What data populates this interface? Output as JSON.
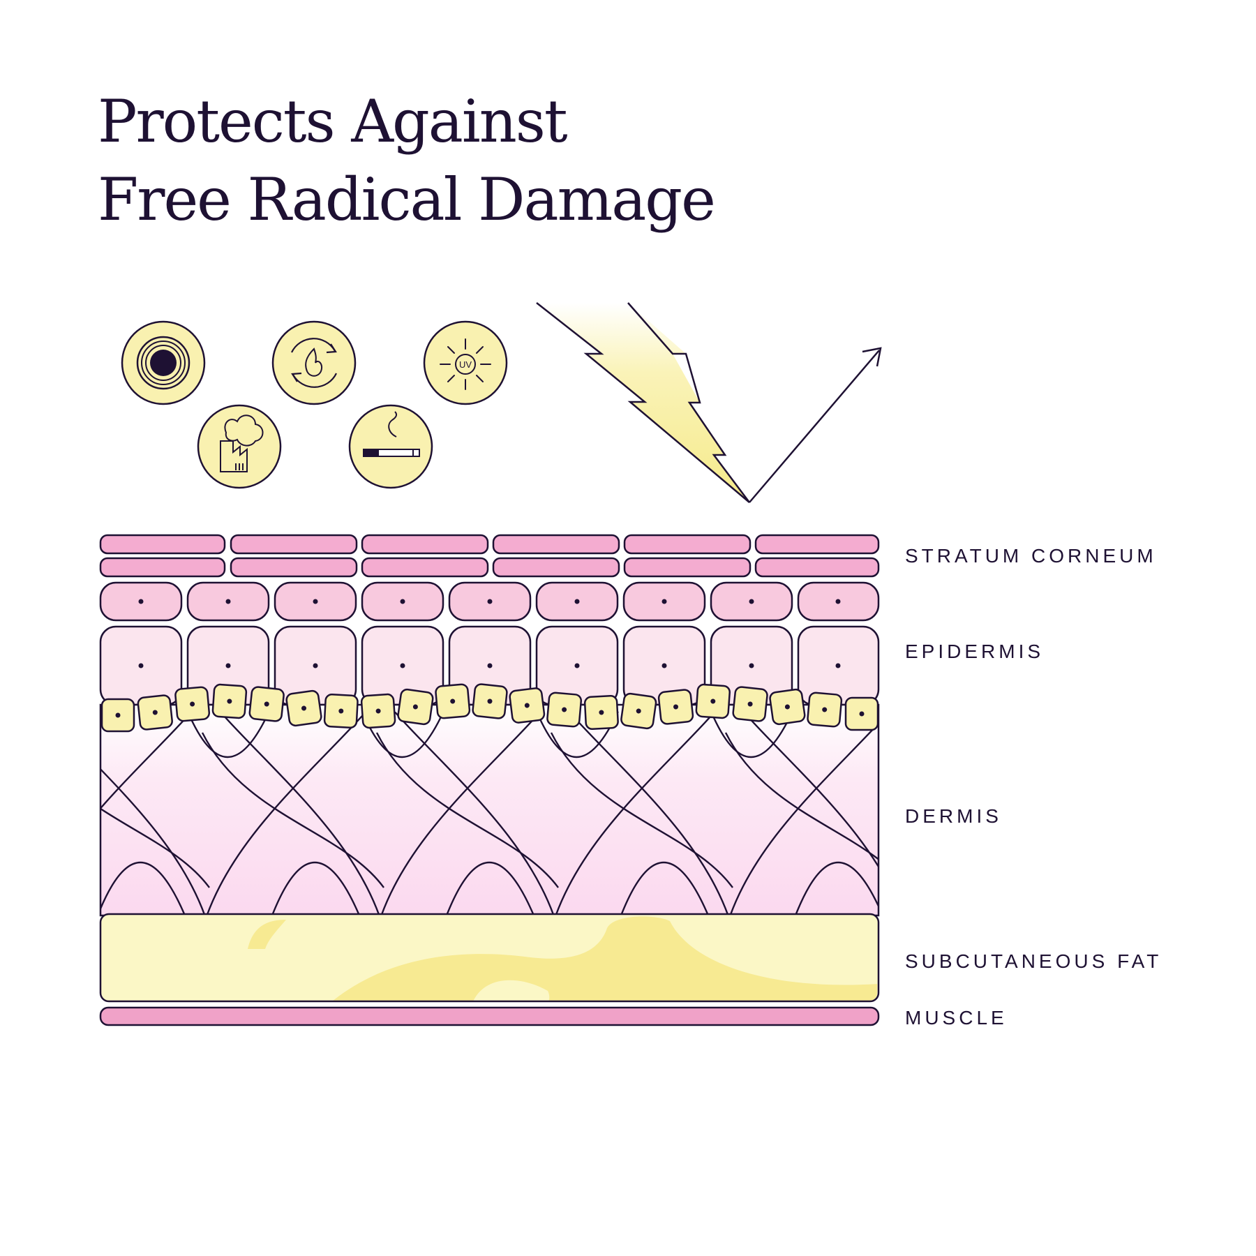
{
  "title": {
    "line1": "Protects Against",
    "line2": "Free Radical Damage"
  },
  "icons": [
    {
      "name": "pollution-target-icon"
    },
    {
      "name": "heat-fire-icon"
    },
    {
      "name": "uv-sun-icon",
      "text": "UV"
    },
    {
      "name": "factory-smoke-icon"
    },
    {
      "name": "cigarette-smoke-icon"
    }
  ],
  "layers": {
    "stratum_corneum": "STRATUM CORNEUM",
    "epidermis": "EPIDERMIS",
    "dermis": "DERMIS",
    "subcutaneous_fat": "SUBCUTANEOUS FAT",
    "muscle": "MUSCLE"
  },
  "colors": {
    "ink": "#1e1133",
    "corneum_pink": "#f4acd0",
    "cell_pink": "#f8c9de",
    "cell_light": "#fbe5ee",
    "basal_yellow": "#f9f1b0",
    "fat_yellow": "#fbf7c6",
    "fat_shade": "#f7ea92",
    "muscle_pink": "#f0a2c8",
    "lightning_yellow": "#f7ef9a"
  }
}
